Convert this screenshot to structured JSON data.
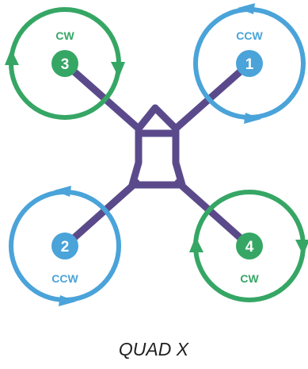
{
  "title": "QUAD X",
  "colors": {
    "frame": "#5b4a8b",
    "cw": "#36a665",
    "ccw": "#4aa3d9",
    "title": "#222222"
  },
  "motors": [
    {
      "number": "1",
      "direction": "CCW",
      "position": "front-right"
    },
    {
      "number": "2",
      "direction": "CCW",
      "position": "rear-left"
    },
    {
      "number": "3",
      "direction": "CW",
      "position": "front-left"
    },
    {
      "number": "4",
      "direction": "CW",
      "position": "rear-right"
    }
  ]
}
